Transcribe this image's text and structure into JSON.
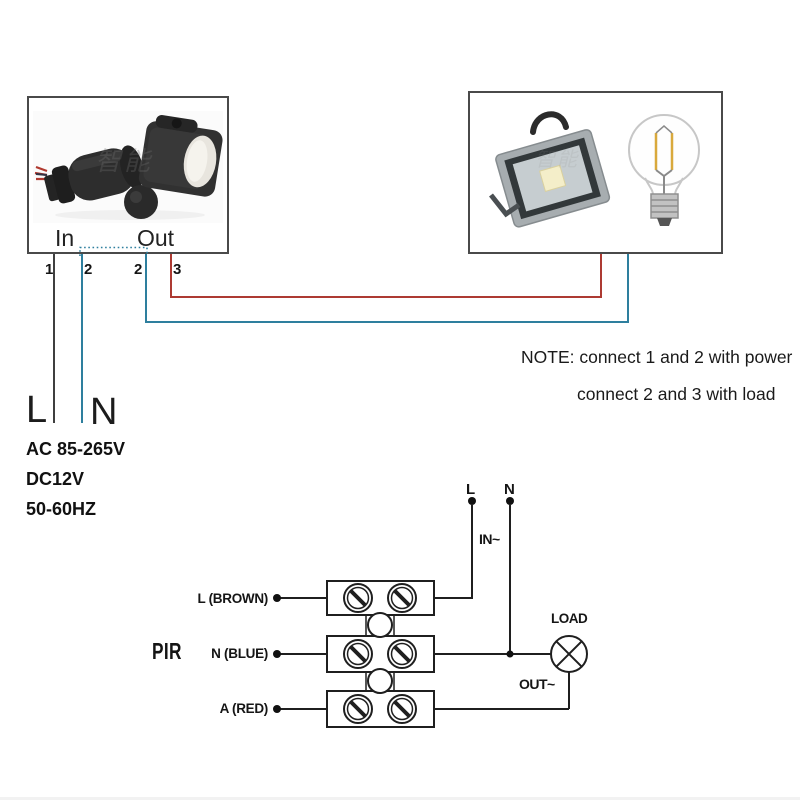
{
  "sensor_box": {
    "label_in": "In",
    "label_out": "Out",
    "terminals": [
      "1",
      "2",
      "2",
      "3"
    ],
    "watermark": "智能"
  },
  "load_box": {
    "watermark": "智能"
  },
  "note": {
    "line1": "NOTE: connect 1 and 2 with power",
    "line2": "connect 2 and 3 with load"
  },
  "power_input": {
    "live": "L",
    "neutral": "N",
    "specs": [
      "AC 85-265V",
      "DC12V",
      "50-60HZ"
    ]
  },
  "pir_diagram": {
    "title": "PIR",
    "top_live": "L",
    "top_neutral": "N",
    "in_label": "IN~",
    "out_label": "OUT~",
    "load_label": "LOAD",
    "terminal_labels": [
      "L (BROWN)",
      "N (BLUE)",
      "A (RED)"
    ]
  },
  "colors": {
    "wire_dark": "#3f3f3f",
    "wire_blue": "#2e7f9e",
    "wire_red": "#ad3a32",
    "diagram_line": "#1f1f1f",
    "box_border": "#4a4a4a"
  }
}
